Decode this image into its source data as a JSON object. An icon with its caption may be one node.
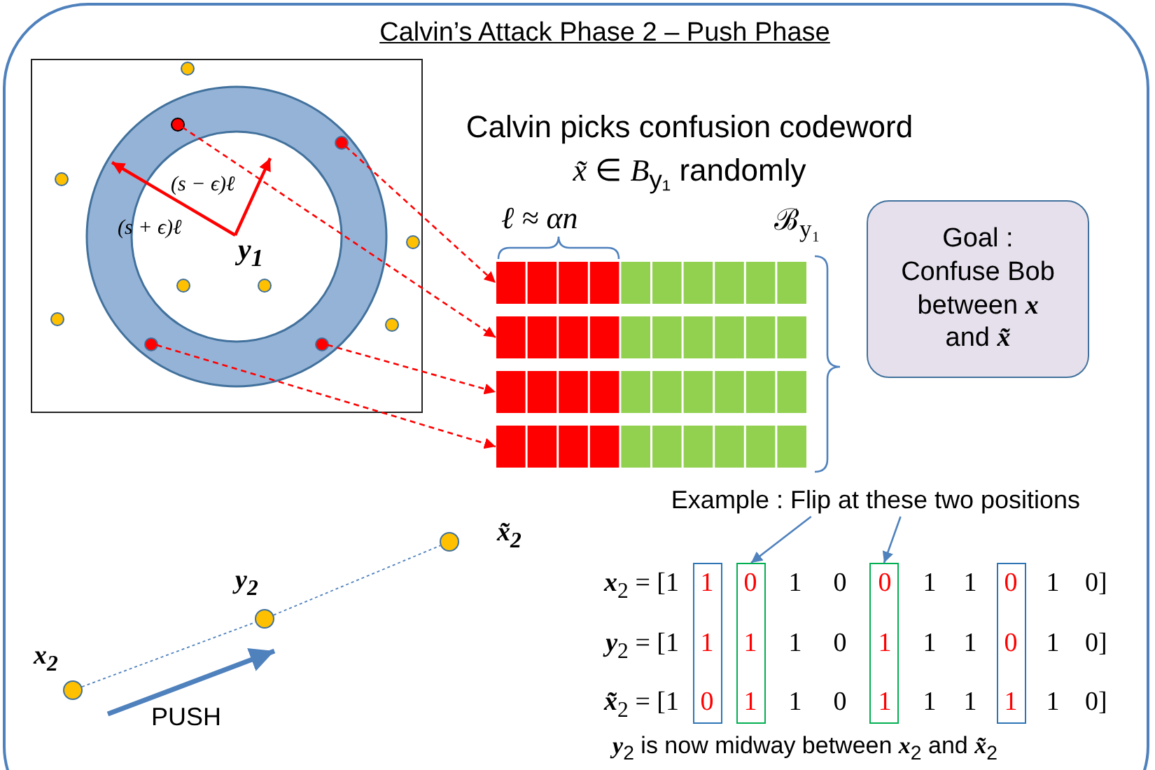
{
  "diagram": {
    "title": "Calvin’s Attack Phase 2 – Push Phase",
    "nodes": [
      {
        "text": [],
        "shape": "box"
      },
      {
        "text": [],
        "shape": "circle",
        "in": 0
      },
      {
        "text": [],
        "shape": "circle",
        "in": 0
      },
      {
        "text": [],
        "shape": "circle",
        "in": 1
      },
      {
        "text": [],
        "shape": "circle",
        "in": 1
      },
      {
        "text": [],
        "shape": "circle",
        "in": 0
      },
      {
        "text": [],
        "shape": "circle",
        "in": 0
      },
      {
        "text": [],
        "shape": "circle",
        "in": 1
      },
      {
        "text": [],
        "shape": "circle",
        "in": 1
      },
      {
        "text": [],
        "shape": "circle",
        "in": 0
      },
      {
        "text": [],
        "shape": "circle",
        "in": 0
      },
      {
        "text": [],
        "shape": "circle",
        "in": 1
      },
      {
        "text": [],
        "shape": "circle",
        "in": 1
      },
      {
        "text": [],
        "shape": "bar"
      },
      {
        "text": [],
        "shape": "bar"
      },
      {
        "text": [],
        "shape": "bar"
      },
      {
        "text": [],
        "shape": "bar"
      },
      {
        "text": [
          "Goal :",
          "Confuse Bob between **x** and **x̃**"
        ]
      },
      {
        "text": [
          "Example : Flip at these two positions"
        ]
      },
      {
        "text": [],
        "shape": "circle",
        "beside": [
          "x̃$_{2}$"
        ]
      },
      {
        "text": [],
        "shape": "box"
      },
      {
        "text": [],
        "shape": "box"
      },
      {
        "text": [],
        "shape": "box"
      },
      {
        "text": [],
        "shape": "box"
      },
      {
        "text": [],
        "shape": "circle",
        "beside": [
          "y$_{2}$"
        ]
      },
      {
        "text": [],
        "shape": "circle",
        "beside": [
          "x$_{2}$"
        ]
      }
    ],
    "edges": [
      {
        "from": 4,
        "to": 13,
        "arrow": "to",
        "style": "dashed",
        "color": "#ff0000"
      },
      {
        "from": 3,
        "to": 14,
        "arrow": "to",
        "style": "dashed",
        "color": "#ff0000"
      },
      {
        "from": 12,
        "to": 15,
        "arrow": "to",
        "style": "dashed",
        "color": "#ff0000"
      },
      {
        "from": 11,
        "to": 16,
        "arrow": "to",
        "style": "dashed",
        "color": "#ff0000"
      },
      {
        "from": 18,
        "to": 21,
        "arrow": "to",
        "color": "#4f81bd"
      },
      {
        "from": 18,
        "to": 22,
        "arrow": "to",
        "color": "#4f81bd"
      },
      {
        "from": 25,
        "to": 24,
        "arrow": "none",
        "style": "dashed",
        "color": "#4f81bd"
      },
      {
        "from": 24,
        "to": 19,
        "arrow": "none",
        "style": "dashed",
        "color": "#4f81bd"
      }
    ],
    "labels": [
      "(s − ϵ)ℓ",
      "(s + ϵ)ℓ",
      "y$_{1}$",
      "Calvin picks confusion codeword *x̃* ∈ *B*$_{y₁}$ randomly",
      "ℓ ≈ *αn*",
      "ℬ$_{y₁}$",
      "PUSH",
      "**x**$_{2}$ = [1",
      "1",
      "0",
      "1",
      "0",
      "0",
      "1",
      "1",
      "0",
      "1",
      "0]",
      "**y**$_{2}$ = [1",
      "1",
      "1",
      "1",
      "0",
      "1",
      "1",
      "1",
      "0",
      "1",
      "0]",
      "**x̃**$_{2}$ = [1",
      "0",
      "1",
      "1",
      "0",
      "1",
      "1",
      "1",
      "1",
      "1",
      "0]",
      "**y**$_{2}$ is now midway between **x**$_{2}$ and **x̃**$_{2}$"
    ]
  }
}
